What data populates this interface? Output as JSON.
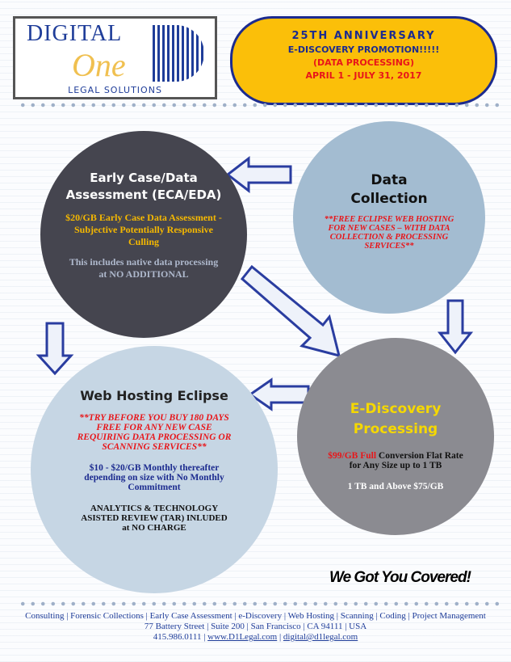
{
  "logo": {
    "line1": "DIGITAL",
    "line2": "One",
    "line3": "LEGAL SOLUTIONS"
  },
  "promo": {
    "title": "25TH ANNIVERSARY",
    "subtitle": "E-DISCOVERY PROMOTION!!!!!",
    "line3": "(DATA PROCESSING)",
    "dates": "APRIL 1 - JULY 31, 2017"
  },
  "eca": {
    "title": "Early Case/Data Assessment (ECA/EDA)",
    "price": "$20/GB Early Case Data Assessment - Subjective Potentially Responsive Culling",
    "note": "This includes native data processing at NO ADDITIONAL"
  },
  "collection": {
    "title": "Data Collection",
    "offer": "**FREE ECLIPSE WEB HOSTING FOR NEW CASES – WITH DATA COLLECTION & PROCESSING SERVICES**"
  },
  "processing": {
    "title": "E-Discovery Processing",
    "price_red": "$99/GB Full",
    "price_rest": " Conversion Flat Rate for Any Size up to 1 TB",
    "above": "1 TB and Above $75/GB"
  },
  "hosting": {
    "title": "Web Hosting Eclipse",
    "offer": "**TRY BEFORE YOU BUY 180 DAYS FREE FOR ANY NEW CASE REQUIRING DATA PROCESSING OR SCANNING SERVICES**",
    "monthly": "$10 - $20/GB Monthly thereafter depending on size with No Monthly Commitment",
    "analytics": "ANALYTICS & TECHNOLOGY ASISTED REVIEW (TAR) INLUDED at NO CHARGE"
  },
  "tagline": "We Got You Covered!",
  "footer": {
    "services": "Consulting | Forensic Collections | Early Case Assessment | e-Discovery | Web Hosting | Scanning | Coding | Project Management",
    "address": "77 Battery Street | Suite 200 | San Francisco | CA 94111 | USA",
    "phone": "415.986.0111 | ",
    "website": "www.D1Legal.com",
    "sep": " | ",
    "email": "digital@d1legal.com"
  }
}
